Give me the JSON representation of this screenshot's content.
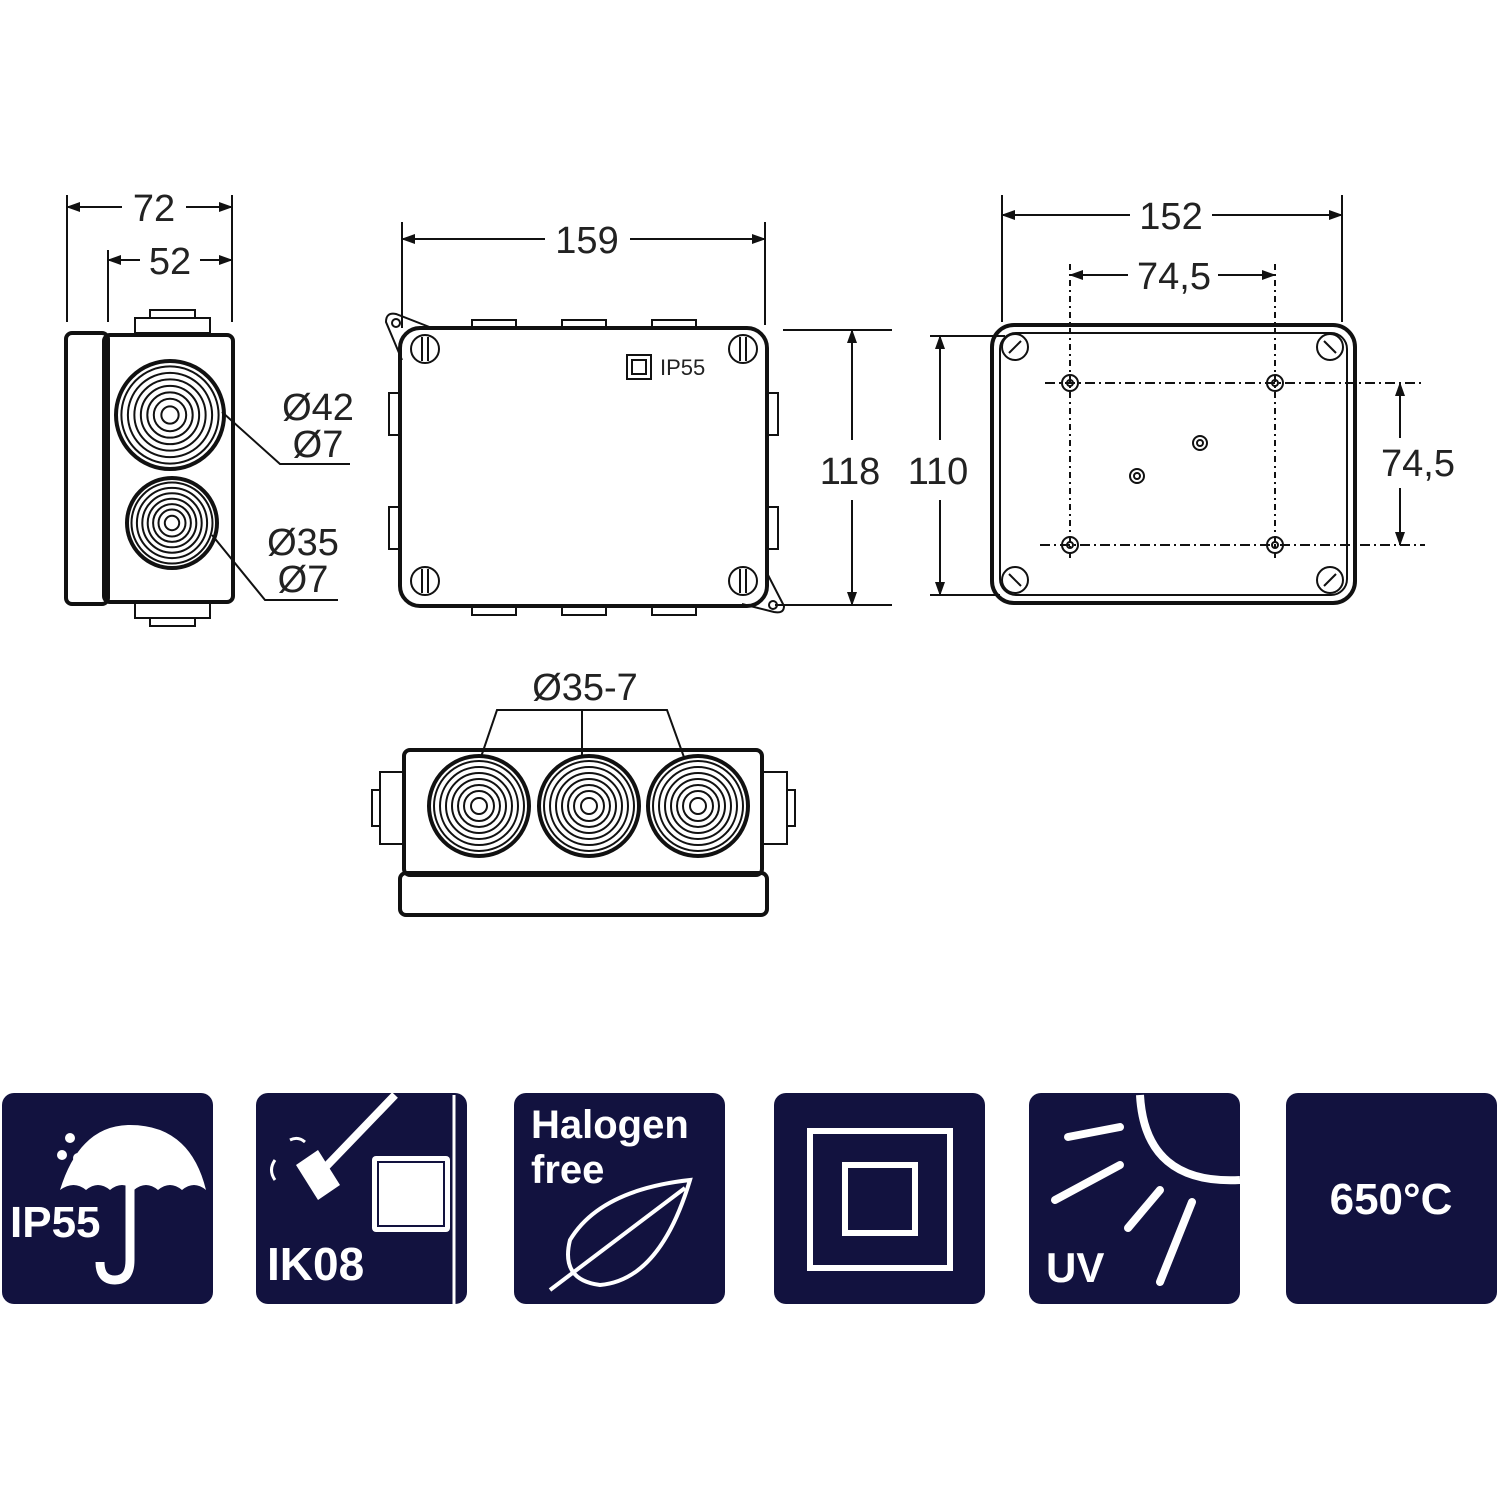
{
  "side_view": {
    "width_outer": "72",
    "width_inner": "52",
    "gland_large_dia": "Ø42",
    "gland_large_hole": "Ø7",
    "gland_small_dia": "Ø35",
    "gland_small_hole": "Ø7"
  },
  "front_view": {
    "width": "159",
    "height": "118",
    "lid_marking": "IP55"
  },
  "back_view": {
    "height": "110",
    "width": "152",
    "hole_spacing_h": "74,5",
    "hole_spacing_v": "74,5"
  },
  "bottom_view": {
    "gland_label": "Ø35-7"
  },
  "icons": [
    {
      "name": "ip-rating",
      "label": "IP55"
    },
    {
      "name": "impact-rating",
      "label": "IK08"
    },
    {
      "name": "halogen-free",
      "label_line1": "Halogen",
      "label_line2": "free"
    },
    {
      "name": "double-insulation",
      "label": ""
    },
    {
      "name": "uv-resistant",
      "label": "UV"
    },
    {
      "name": "glow-wire",
      "label": "650°C"
    }
  ],
  "colors": {
    "icon_bg": "#12123f",
    "line": "#111111"
  }
}
